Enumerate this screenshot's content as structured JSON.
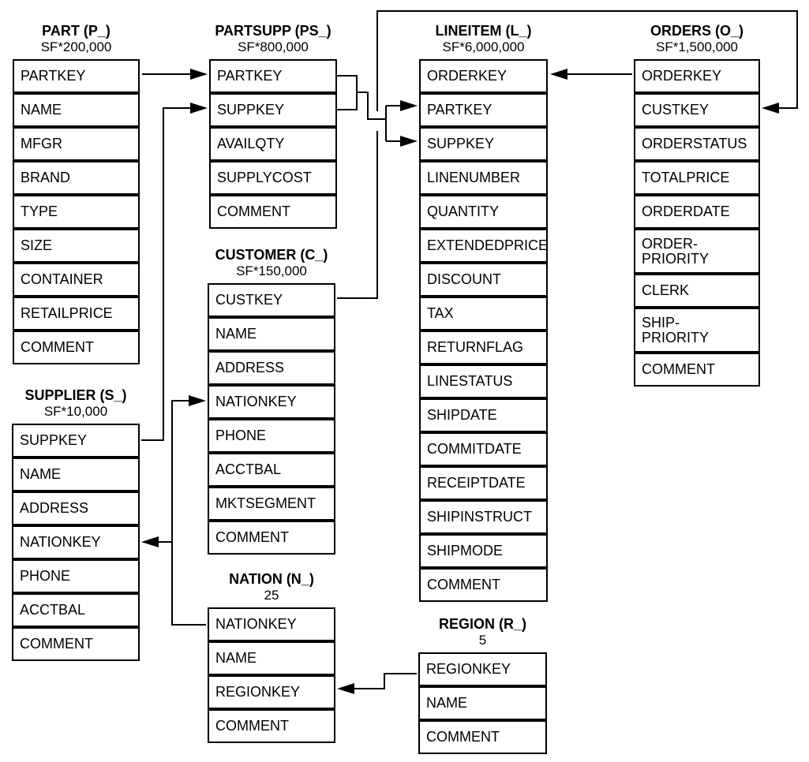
{
  "diagram": {
    "tables": [
      {
        "id": "part",
        "title": "PART (P_)",
        "cardinality": "SF*200,000",
        "columns": [
          "PARTKEY",
          "NAME",
          "MFGR",
          "BRAND",
          "TYPE",
          "SIZE",
          "CONTAINER",
          "RETAILPRICE",
          "COMMENT"
        ]
      },
      {
        "id": "partsupp",
        "title": "PARTSUPP (PS_)",
        "cardinality": "SF*800,000",
        "columns": [
          "PARTKEY",
          "SUPPKEY",
          "AVAILQTY",
          "SUPPLYCOST",
          "COMMENT"
        ]
      },
      {
        "id": "lineitem",
        "title": "LINEITEM (L_)",
        "cardinality": "SF*6,000,000",
        "columns": [
          "ORDERKEY",
          "PARTKEY",
          "SUPPKEY",
          "LINENUMBER",
          "QUANTITY",
          "EXTENDEDPRICE",
          "DISCOUNT",
          "TAX",
          "RETURNFLAG",
          "LINESTATUS",
          "SHIPDATE",
          "COMMITDATE",
          "RECEIPTDATE",
          "SHIPINSTRUCT",
          "SHIPMODE",
          "COMMENT"
        ]
      },
      {
        "id": "orders",
        "title": "ORDERS (O_)",
        "cardinality": "SF*1,500,000",
        "columns": [
          "ORDERKEY",
          "CUSTKEY",
          "ORDERSTATUS",
          "TOTALPRICE",
          "ORDERDATE",
          "ORDER-\nPRIORITY",
          "CLERK",
          "SHIP-\nPRIORITY",
          "COMMENT"
        ]
      },
      {
        "id": "customer",
        "title": "CUSTOMER (C_)",
        "cardinality": "SF*150,000",
        "columns": [
          "CUSTKEY",
          "NAME",
          "ADDRESS",
          "NATIONKEY",
          "PHONE",
          "ACCTBAL",
          "MKTSEGMENT",
          "COMMENT"
        ]
      },
      {
        "id": "supplier",
        "title": "SUPPLIER (S_)",
        "cardinality": "SF*10,000",
        "columns": [
          "SUPPKEY",
          "NAME",
          "ADDRESS",
          "NATIONKEY",
          "PHONE",
          "ACCTBAL",
          "COMMENT"
        ]
      },
      {
        "id": "nation",
        "title": "NATION (N_)",
        "cardinality": "25",
        "columns": [
          "NATIONKEY",
          "NAME",
          "REGIONKEY",
          "COMMENT"
        ]
      },
      {
        "id": "region",
        "title": "REGION (R_)",
        "cardinality": "5",
        "columns": [
          "REGIONKEY",
          "NAME",
          "COMMENT"
        ]
      }
    ],
    "relationships": [
      {
        "from": "PART.PARTKEY",
        "to": "PARTSUPP.PARTKEY"
      },
      {
        "from": "SUPPLIER.SUPPKEY",
        "to": "PARTSUPP.SUPPKEY"
      },
      {
        "from": "PARTSUPP.PARTKEY",
        "to": "LINEITEM.PARTKEY"
      },
      {
        "from": "PARTSUPP.SUPPKEY",
        "to": "LINEITEM.SUPPKEY"
      },
      {
        "from": "ORDERS.ORDERKEY",
        "to": "LINEITEM.ORDERKEY"
      },
      {
        "from": "CUSTOMER.CUSTKEY",
        "to": "ORDERS.CUSTKEY"
      },
      {
        "from": "NATION.NATIONKEY",
        "to": "CUSTOMER.NATIONKEY"
      },
      {
        "from": "NATION.NATIONKEY",
        "to": "SUPPLIER.NATIONKEY"
      },
      {
        "from": "REGION.REGIONKEY",
        "to": "NATION.REGIONKEY"
      }
    ],
    "colors": {
      "line": "#000000",
      "background": "#ffffff",
      "text": "#000000"
    }
  }
}
